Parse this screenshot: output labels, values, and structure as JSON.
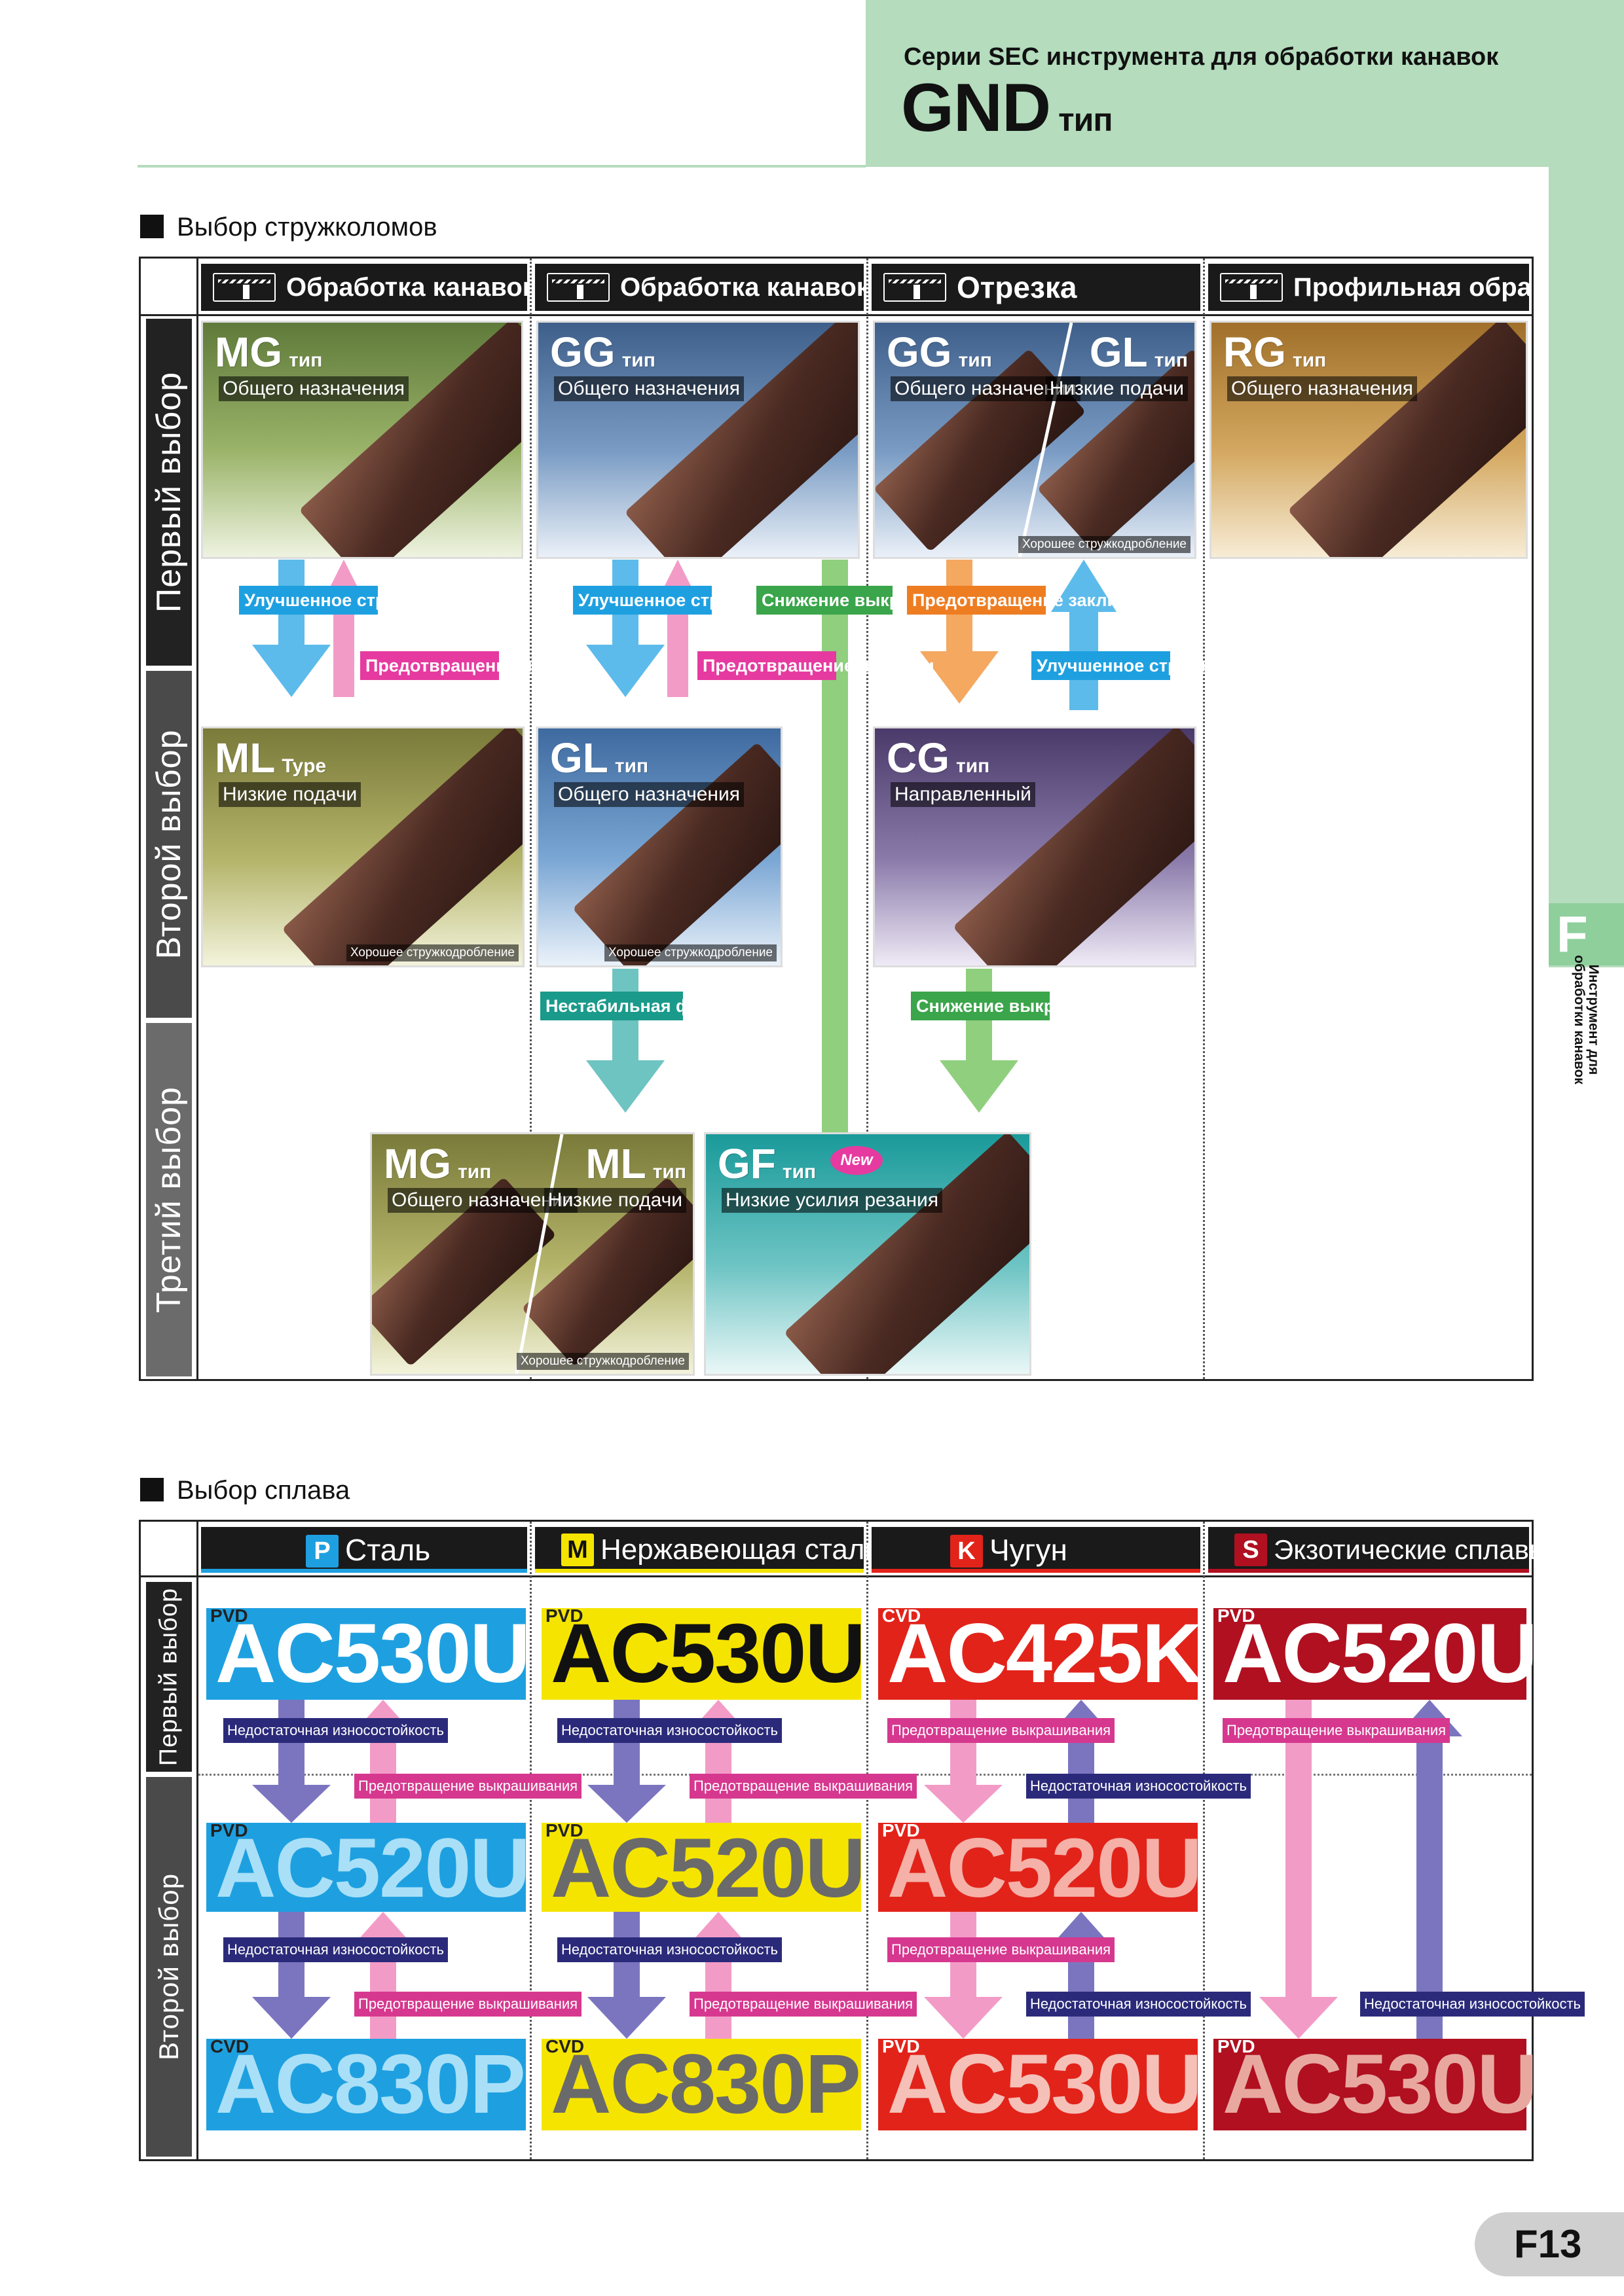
{
  "header": {
    "subtitle": "Серии SEC инструмента для обработки канавок",
    "title": "GND",
    "title_suffix": "тип",
    "side_tab": "F",
    "side_text": "Инструмент для обработки канавок"
  },
  "chipbreaker": {
    "section_title": "Выбор стружколомов",
    "columns": [
      "Обработка канавок/точение",
      "Обработка канавок",
      "Отрезка",
      "Профильная обработка"
    ],
    "rows": [
      "Первый выбор",
      "Второй выбор",
      "Третий выбор"
    ],
    "cards": {
      "mg1": {
        "name": "MG",
        "suffix": "тип",
        "sub": "Общего назначения"
      },
      "gg1": {
        "name": "GG",
        "suffix": "тип",
        "sub": "Общего назначения"
      },
      "gg2": {
        "name": "GG",
        "suffix": "тип",
        "sub": "Общего назначения"
      },
      "gl1": {
        "name": "GL",
        "suffix": "тип",
        "sub": "Низкие подачи"
      },
      "rg": {
        "name": "RG",
        "suffix": "тип",
        "sub": "Общего назначения"
      },
      "ml": {
        "name": "ML",
        "suffix": "Type",
        "sub": "Низкие подачи",
        "note": "Хорошее стружкодробление"
      },
      "gl2": {
        "name": "GL",
        "suffix": "тип",
        "sub": "Общего назначения",
        "note": "Хорошее стружкодробление"
      },
      "cg": {
        "name": "CG",
        "suffix": "тип",
        "sub": "Направленный"
      },
      "mg3": {
        "name": "MG",
        "suffix": "тип",
        "sub": "Общего назначения"
      },
      "ml3": {
        "name": "ML",
        "suffix": "тип",
        "sub": "Низкие подачи",
        "note": "Хорошее стружкодробление"
      },
      "gf": {
        "name": "GF",
        "suffix": "тип",
        "sub": "Низкие усилия резания",
        "badge": "New"
      },
      "ggl_note": "Хорошее стружкодробление"
    },
    "tags": {
      "improved1": "Улучшенное стружкодробление",
      "prevent_break1": "Предотвращение поломки",
      "improved2": "Улучшенное стружкодробление",
      "prevent_break2": "Предотвращение поломки",
      "reduce_chip1": "Снижение выкрашиваний",
      "prevent_jam": "Предотвращение заклинивания",
      "improved3": "Улучшенное стружкодробление",
      "unstable": "Нестабильная форма стружки",
      "reduce_chip2": "Снижение выкрашиваний"
    }
  },
  "alloy": {
    "section_title": "Выбор сплава",
    "columns": [
      {
        "badge": "P",
        "label": "Сталь",
        "badge_color": "#1ea0e0"
      },
      {
        "badge": "M",
        "label": "Нержавеющая сталь",
        "badge_color": "#f5e400"
      },
      {
        "badge": "K",
        "label": "Чугун",
        "badge_color": "#e2231a"
      },
      {
        "badge": "S",
        "label": "Экзотические сплавы",
        "badge_color": "#b01020"
      }
    ],
    "rows": [
      "Первый выбор",
      "Второй выбор"
    ],
    "grades": {
      "p1": {
        "kind": "PVD",
        "name": "AC530U"
      },
      "p2": {
        "kind": "PVD",
        "name": "AC520U"
      },
      "p3": {
        "kind": "CVD",
        "name": "AC830P"
      },
      "m1": {
        "kind": "PVD",
        "name": "AC530U"
      },
      "m2": {
        "kind": "PVD",
        "name": "AC520U"
      },
      "m3": {
        "kind": "CVD",
        "name": "AC830P"
      },
      "k1": {
        "kind": "CVD",
        "name": "AC425K"
      },
      "k2": {
        "kind": "PVD",
        "name": "AC520U"
      },
      "k3": {
        "kind": "PVD",
        "name": "AC530U"
      },
      "s1": {
        "kind": "PVD",
        "name": "AC520U"
      },
      "s3": {
        "kind": "PVD",
        "name": "AC530U"
      }
    },
    "labels": {
      "wear": "Недостаточная износостойкость",
      "chip": "Предотвращение выкрашивания"
    }
  },
  "page_number": "F13"
}
